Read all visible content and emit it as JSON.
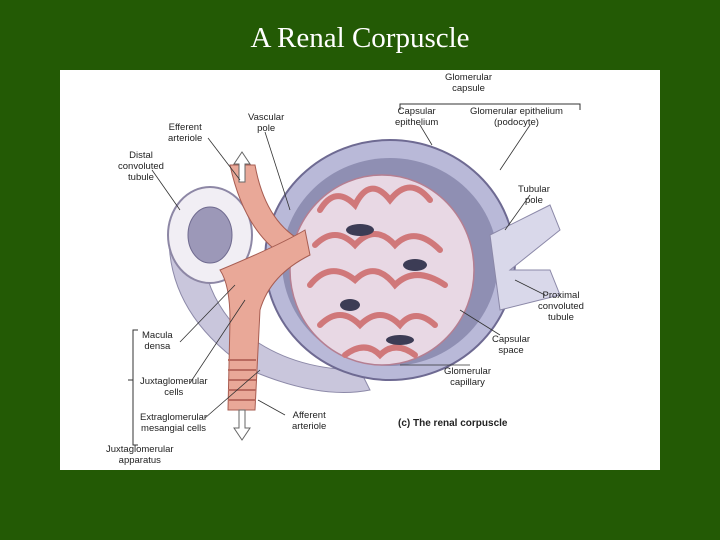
{
  "title": "A Renal Corpuscle",
  "labels": {
    "glomerular_capsule": "Glomerular\ncapsule",
    "capsular_epithelium": "Capsular\nepithelium",
    "glomerular_epithelium": "Glomerular epithelium\n(podocyte)",
    "vascular_pole": "Vascular\npole",
    "efferent_arteriole": "Efferent\narteriole",
    "distal_tubule": "Distal\nconvoluted\ntubule",
    "tubular_pole": "Tubular\npole",
    "proximal_tubule": "Proximal\nconvoluted\ntubule",
    "capsular_space": "Capsular\nspace",
    "glomerular_capillary": "Glomerular\ncapillary",
    "macula_densa": "Macula\ndensa",
    "juxtaglomerular_cells": "Juxtaglomerular\ncells",
    "extraglomerular_mesangial": "Extraglomerular\nmesangial cells",
    "juxtaglomerular_apparatus": "Juxtaglomerular\napparatus",
    "afferent_arteriole": "Afferent\narteriole",
    "caption": "(c) The renal corpuscle"
  },
  "colors": {
    "background": "#235a05",
    "capsule": "#b9b9d8",
    "capillary": "#d98a87",
    "arteriole": "#e9a898"
  }
}
